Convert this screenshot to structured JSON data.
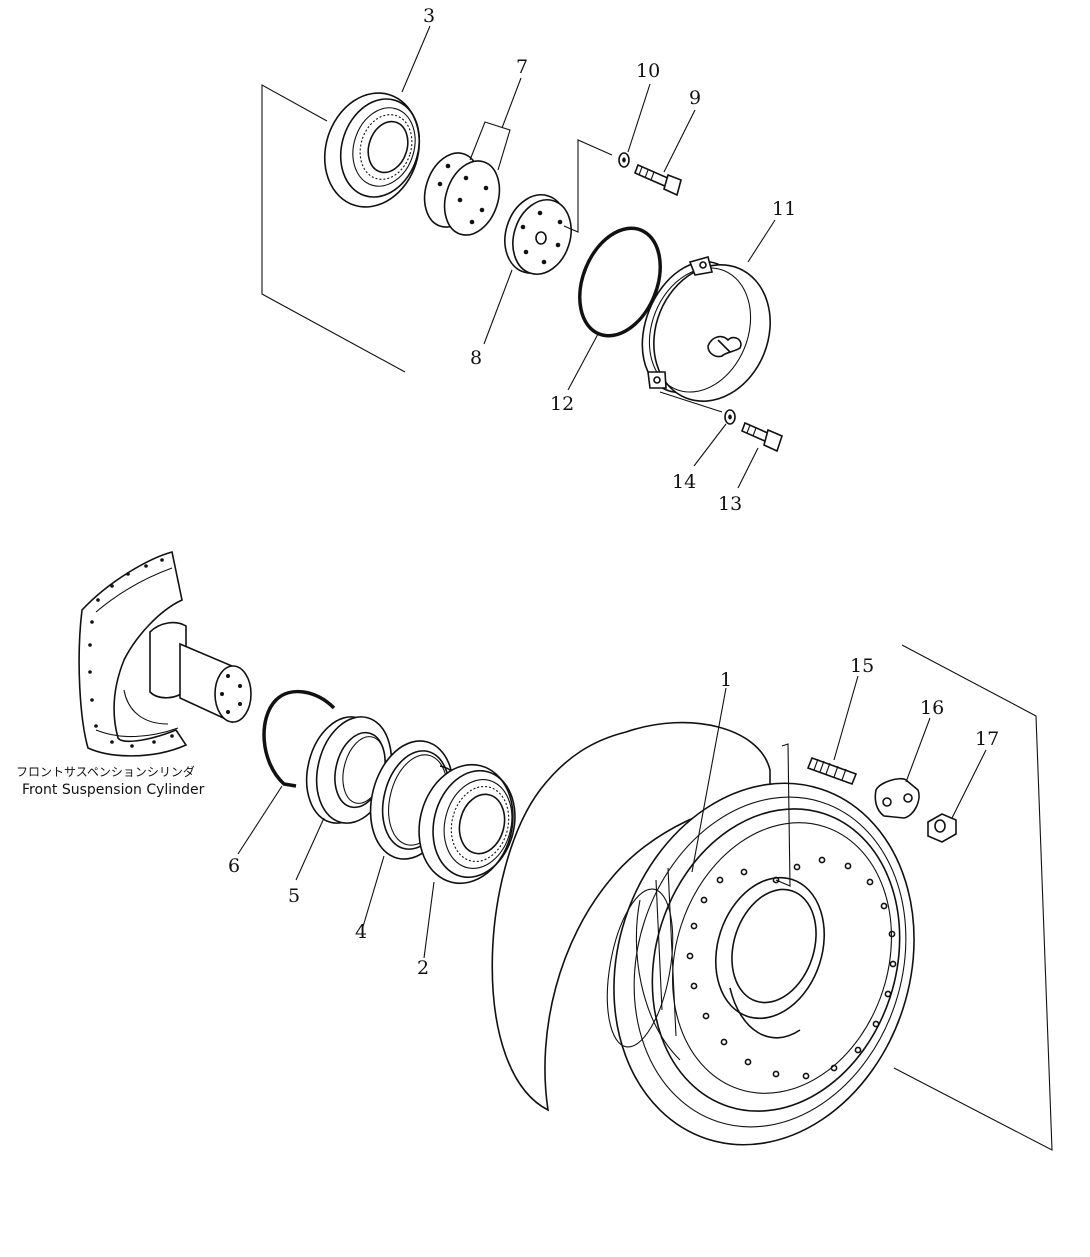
{
  "diagram": {
    "part_numbers": [
      "1",
      "2",
      "3",
      "4",
      "5",
      "6",
      "7",
      "8",
      "9",
      "10",
      "11",
      "12",
      "13",
      "14",
      "15",
      "16",
      "17"
    ],
    "caption_jp": "フロントサスペンションシリンダ",
    "caption_en": "Front Suspension Cylinder"
  }
}
